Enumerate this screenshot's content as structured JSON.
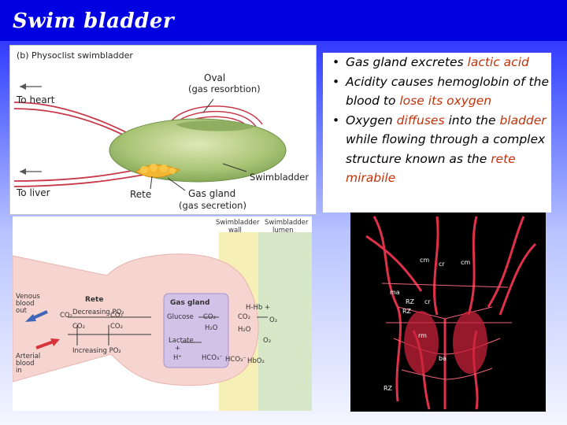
{
  "slide": {
    "title": "Swim bladder",
    "bullets": [
      {
        "parts": [
          {
            "t": "Gas gland excretes ",
            "hl": false
          },
          {
            "t": "lactic acid",
            "hl": true
          }
        ]
      },
      {
        "parts": [
          {
            "t": "Acidity causes hemoglobin of the blood to ",
            "hl": false
          },
          {
            "t": "lose its oxygen",
            "hl": true
          }
        ]
      },
      {
        "parts": [
          {
            "t": "Oxygen ",
            "hl": false
          },
          {
            "t": "diffuses",
            "hl": true
          },
          {
            "t": " into the ",
            "hl": false
          },
          {
            "t": "bladder",
            "hl": true
          },
          {
            "t": " while flowing through a complex structure known as the ",
            "hl": false
          },
          {
            "t": "rete mirabile",
            "hl": true
          }
        ]
      }
    ],
    "highlight_color": "#c0320a",
    "title_bar_color": "#0000e0"
  },
  "diagram_a": {
    "title": "(b) Physoclist swimbladder",
    "oval": "Oval",
    "oval_sub": "(gas resorbtion)",
    "to_heart": "To heart",
    "to_liver": "To liver",
    "swimbladder": "Swimbladder",
    "rete": "Rete",
    "gas_gland": "Gas gland",
    "gas_gland_sub": "(gas secretion)"
  },
  "diagram_b": {
    "wall_1": "Swimbladder",
    "wall_2": "wall",
    "lumen_1": "Swimbladder",
    "lumen_2": "lumen",
    "rete": "Rete",
    "venous_1": "Venous",
    "venous_2": "blood",
    "venous_3": "out",
    "arterial_1": "Arterial",
    "arterial_2": "blood",
    "arterial_3": "in",
    "decreasing": "Decreasing PO₂",
    "increasing": "Increasing PO₂",
    "co2_l1": "CO₂",
    "co2_l2": "CO₂",
    "co2_l3": "CO₂",
    "co2_l4": "CO₂",
    "gas_gland": "Gas gland",
    "glucose": "Glucose",
    "gg_co2": "CO₂",
    "h2o": "H₂O",
    "lactate": "Lactate",
    "plus": "+",
    "hplus": "H⁺",
    "hco3": "HCO₃⁻",
    "hco3_b": "HCO₃⁻",
    "wall_co2": "CO₂",
    "wall_h2o": "H₂O",
    "hhb": "H-Hb +",
    "o2": "O₂",
    "hbo2": "HbO₂",
    "o2_b": "O₂"
  },
  "cast": {
    "labels": [
      "cm",
      "cr",
      "cm",
      "ma",
      "RZ",
      "cr",
      "RZ",
      "rm",
      "ba",
      "RZ"
    ]
  }
}
